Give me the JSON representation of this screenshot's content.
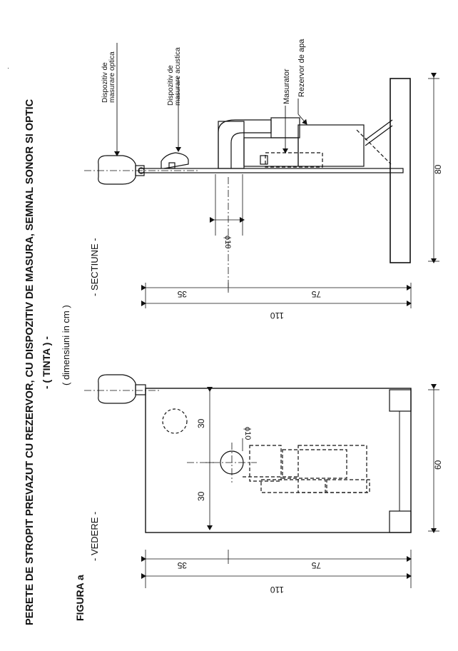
{
  "title_line1": "PERETE  DE STROPIT PREVAZUT CU REZERVOR, CU DISPOZITIV DE MASURA, SEMNAL SONOR SI OPTIC",
  "title_line2": "- ( TINTA ) -",
  "units_note": "( dimensiuni in cm )",
  "figure_label": "FIGURA  a",
  "view_front": "- VEDERE -",
  "view_section": "- SECTIUNE -",
  "labels": {
    "optical_device": [
      "Dispozitiv de",
      "masurare optica"
    ],
    "acoustic_device": [
      "Dispozitiv de",
      "masurare acustica"
    ],
    "meter": "Masurator",
    "tank": "Rezervor de apa"
  },
  "dimensions": {
    "total_height": "110",
    "lower_part": "75",
    "upper_part": "35",
    "hole_diameter_section": "ϕ10",
    "hole_diameter_front": "ϕ10",
    "front_half_a": "30",
    "front_half_b": "30",
    "front_width": "60",
    "base_depth": "80"
  },
  "colors": {
    "ink": "#111111",
    "paper": "#ffffff"
  }
}
